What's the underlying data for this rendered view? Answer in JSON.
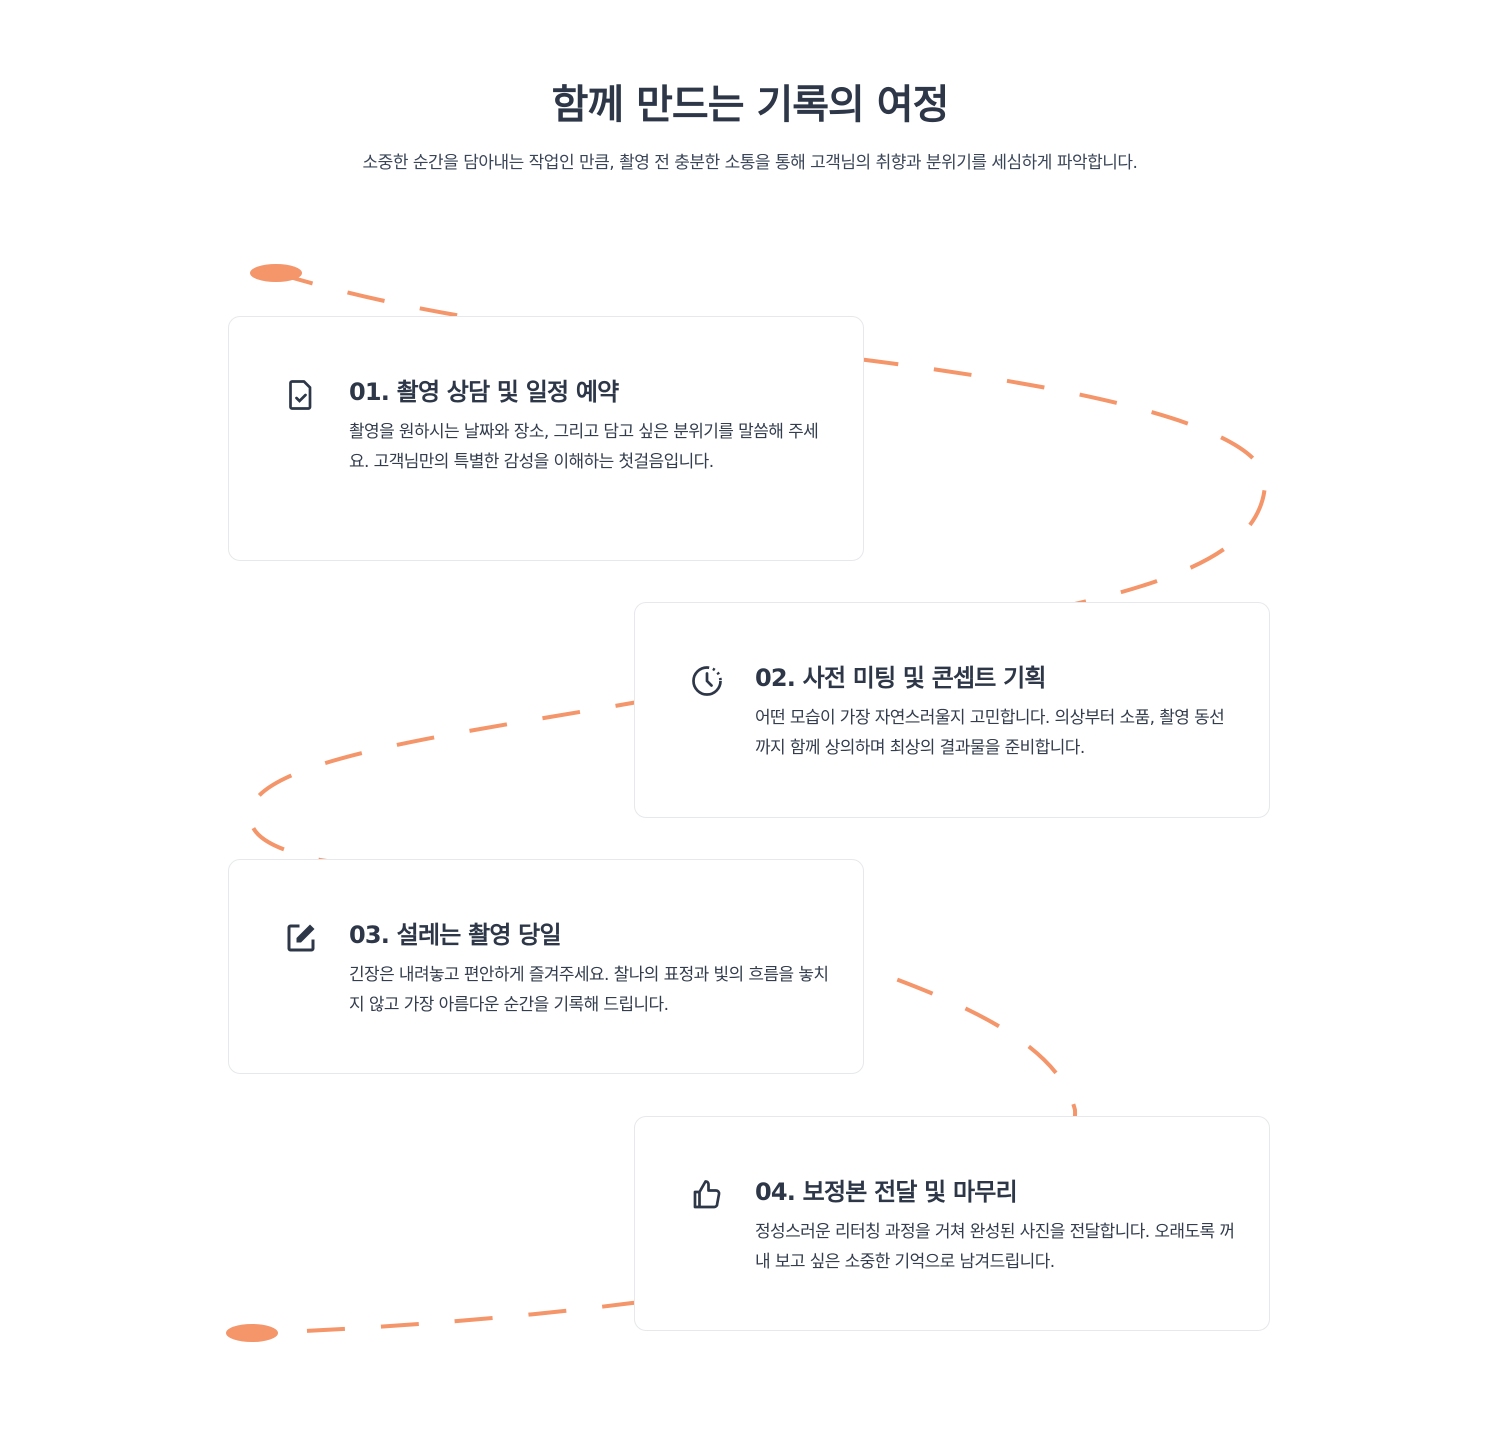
{
  "header": {
    "title": "함께 만드는 기록의 여정",
    "subtitle": "소중한 순간을 담아내는 작업인 만큼, 촬영 전 충분한 소통을 통해 고객님의 취향과 분위기를 세심하게 파악합니다."
  },
  "colors": {
    "accent": "#f4956a",
    "text": "#2d3748",
    "border": "#e6e8eb"
  },
  "steps": [
    {
      "icon": "file-check-icon",
      "title": "01. 촬영 상담 및 일정 예약",
      "description": "촬영을 원하시는 날짜와 장소, 그리고 담고 싶은 분위기를 말씀해 주세요. 고객님만의 특별한 감성을 이해하는 첫걸음입니다."
    },
    {
      "icon": "clock-icon",
      "title": "02. 사전 미팅 및 콘셉트 기획",
      "description": "어떤 모습이 가장 자연스러울지 고민합니다. 의상부터 소품, 촬영 동선까지 함께 상의하며 최상의 결과물을 준비합니다."
    },
    {
      "icon": "edit-icon",
      "title": "03. 설레는 촬영 당일",
      "description": "긴장은 내려놓고 편안하게 즐겨주세요. 찰나의 표정과 빛의 흐름을 놓치지 않고 가장 아름다운 순간을 기록해 드립니다."
    },
    {
      "icon": "thumbs-up-icon",
      "title": "04. 보정본 전달 및 마무리",
      "description": "정성스러운 리터칭 과정을 거쳐 완성된 사진을 전달합니다. 오래도록 꺼내 보고 싶은 소중한 기억으로 남겨드립니다."
    }
  ]
}
